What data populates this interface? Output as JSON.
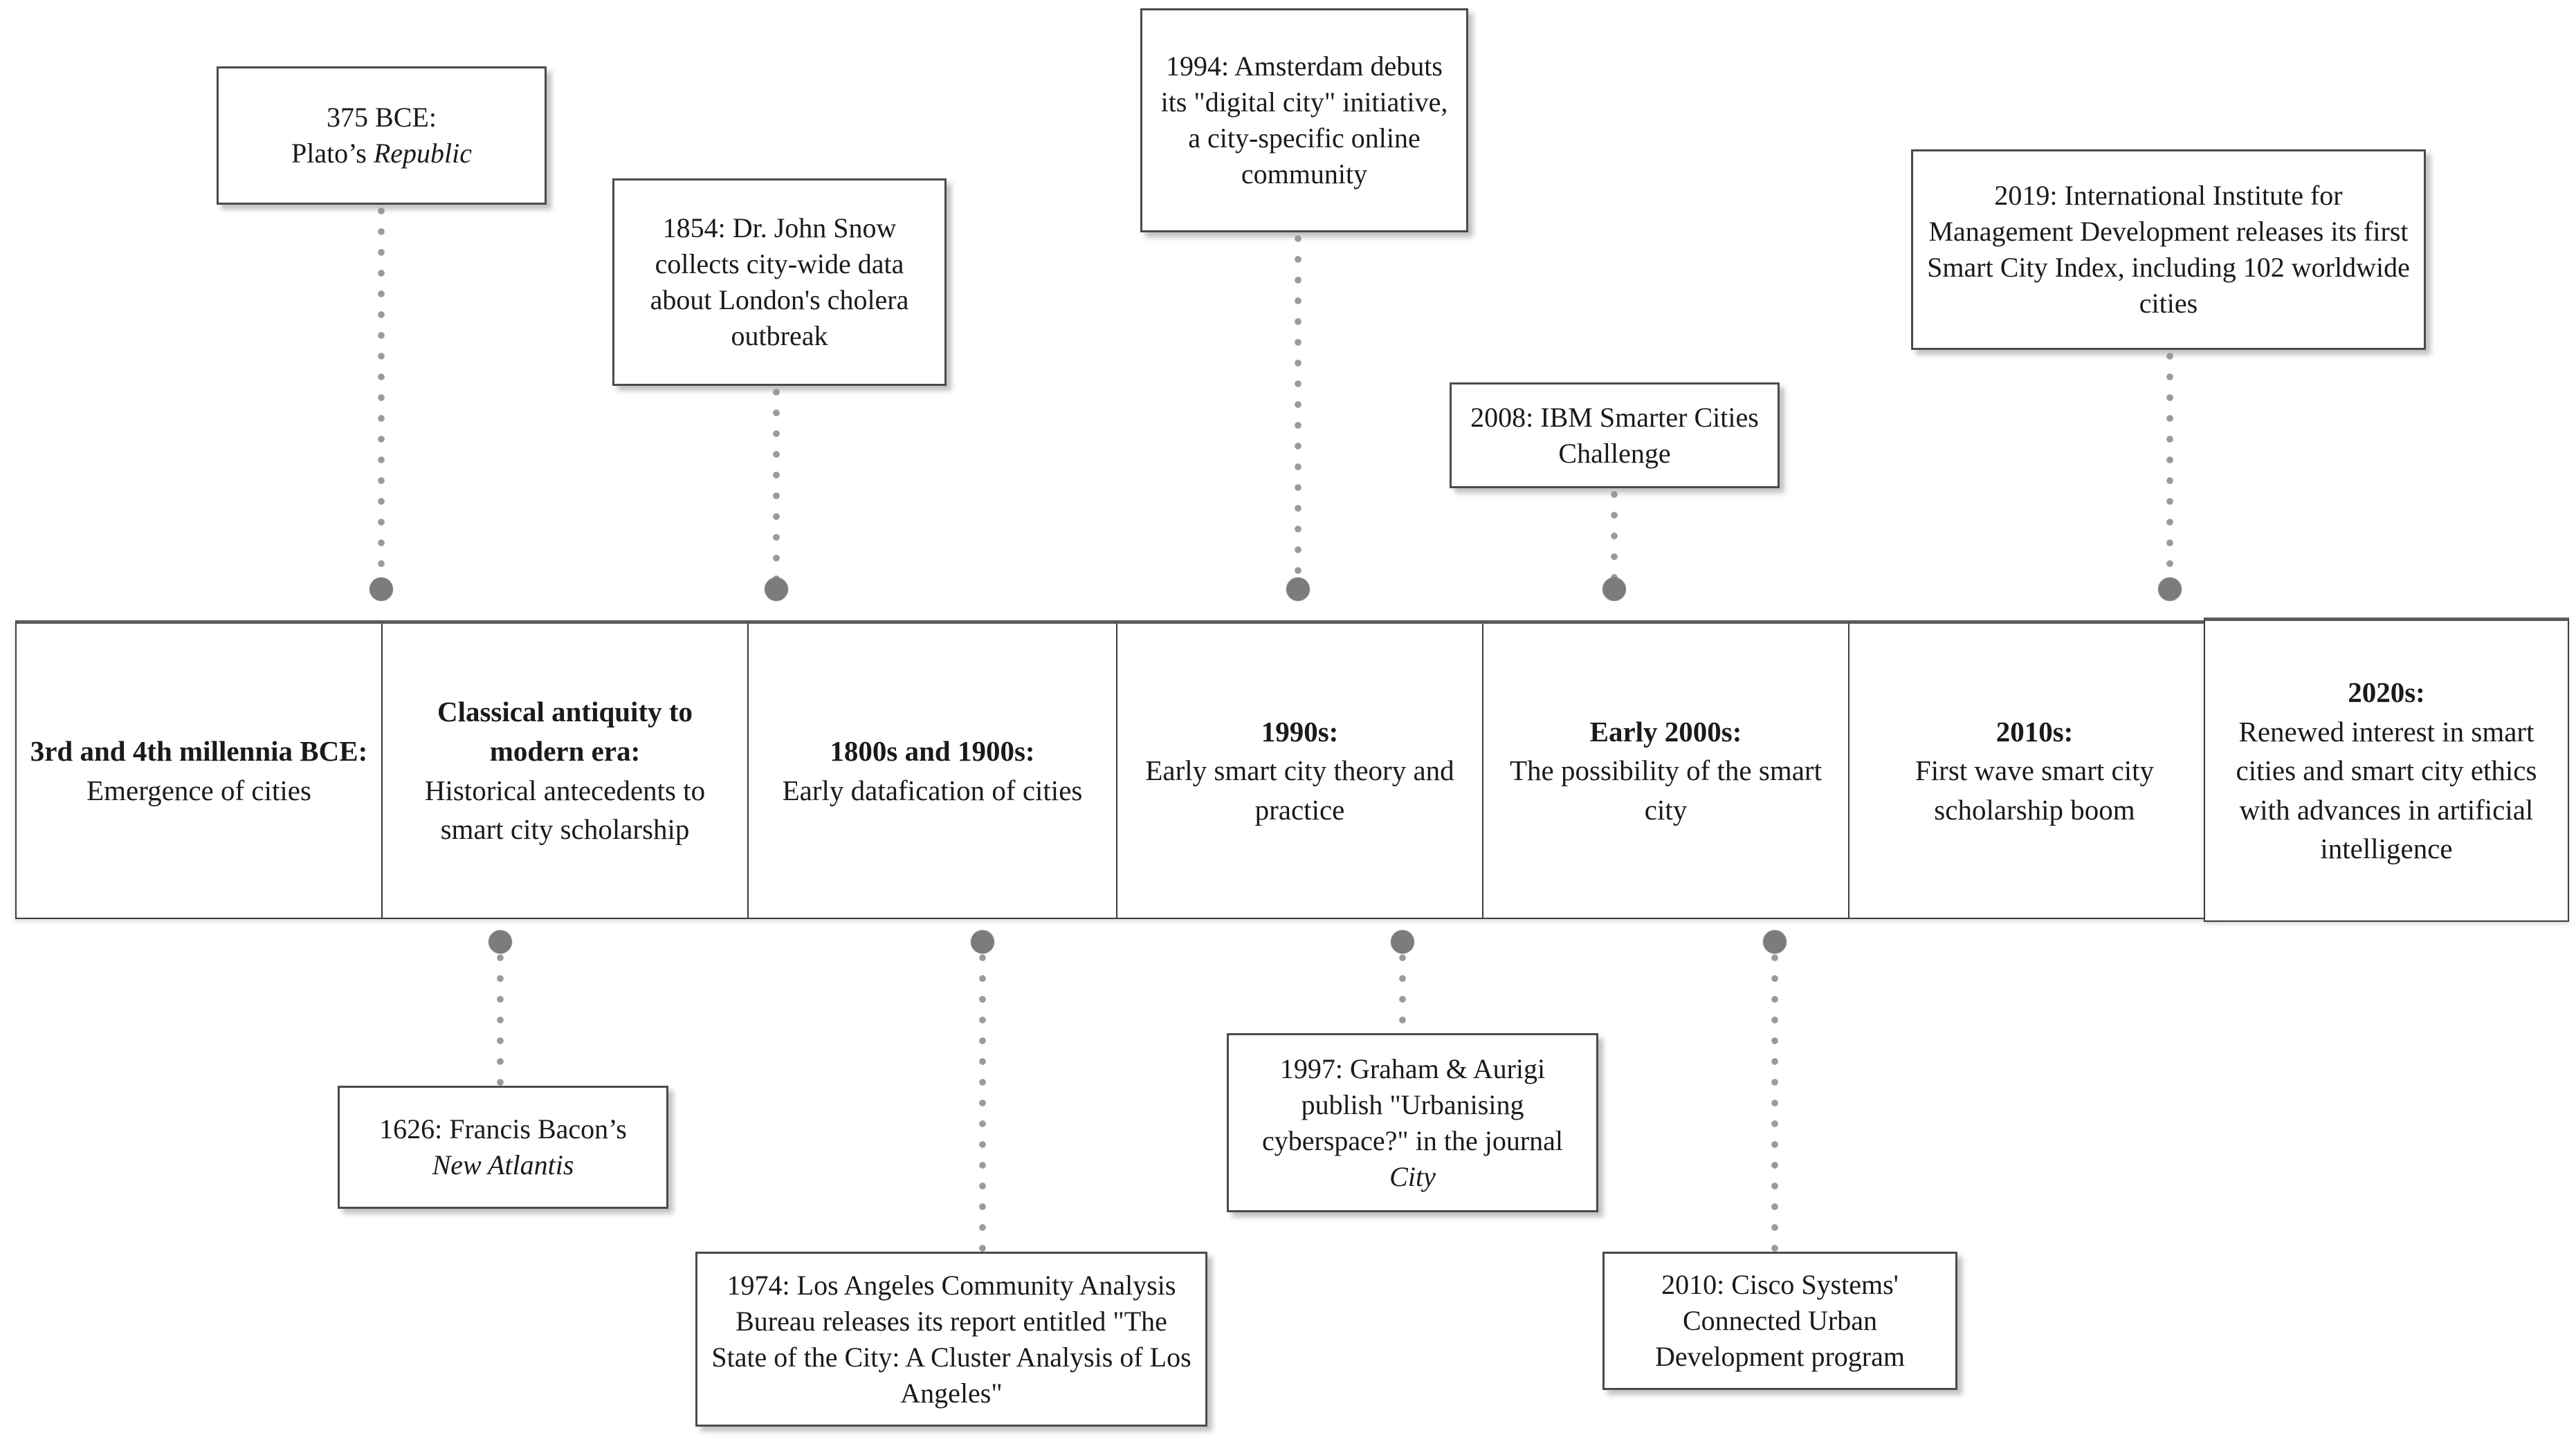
{
  "diagram": {
    "type": "timeline",
    "orientation": "horizontal",
    "colors": {
      "box_border": "#4a4a4a",
      "bar_border": "#3c3c3c",
      "marker": "#7c7c7c",
      "connector_dot": "#9a9a9a",
      "background": "#ffffff",
      "text": "#1a1a1a"
    }
  },
  "timeline_segments": [
    {
      "id": "seg-3rd-4th-millennia-bce",
      "head": "3rd and 4th millennia BCE:",
      "body": "Emergence of cities"
    },
    {
      "id": "seg-classical-antiquity",
      "head": "Classical antiquity to modern era:",
      "body": "Historical antecedents to smart city scholarship"
    },
    {
      "id": "seg-1800s-1900s",
      "head": "1800s and 1900s:",
      "body": "Early datafication of cities"
    },
    {
      "id": "seg-1990s",
      "head": "1990s:",
      "body": "Early smart city theory and practice"
    },
    {
      "id": "seg-early-2000s",
      "head": "Early 2000s:",
      "body": "The possibility of the smart city"
    },
    {
      "id": "seg-2010s",
      "head": "2010s:",
      "body": "First wave smart city scholarship boom"
    },
    {
      "id": "seg-2020s",
      "head": "2020s:",
      "body": "Renewed interest in smart cities and smart city ethics with advances in artificial intelligence"
    }
  ],
  "events_above": [
    {
      "id": "event-375-bce",
      "year": "375 BCE",
      "line1": "375 BCE:",
      "line2_prefix": "Plato’s ",
      "line2_italic": "Republic"
    },
    {
      "id": "event-1854",
      "year": "1854",
      "text": "1854: Dr. John Snow collects city-wide data about London's cholera outbreak"
    },
    {
      "id": "event-1994",
      "year": "1994",
      "text": "1994: Amsterdam debuts its \"digital city\" initiative, a city-specific online community"
    },
    {
      "id": "event-2008",
      "year": "2008",
      "text": "2008: IBM Smarter Cities Challenge"
    },
    {
      "id": "event-2019",
      "year": "2019",
      "text": "2019: International Institute for Management Development releases its first Smart City Index, including 102 worldwide cities"
    }
  ],
  "events_below": [
    {
      "id": "event-1626",
      "year": "1626",
      "line1": "1626: Francis Bacon’s",
      "line2_italic": "New Atlantis"
    },
    {
      "id": "event-1974",
      "year": "1974",
      "text": "1974: Los Angeles Community Analysis Bureau releases its report entitled \"The State of the City: A Cluster Analysis of Los Angeles\""
    },
    {
      "id": "event-1997",
      "year": "1997",
      "line1": "1997: Graham & Aurigi publish \"Urbanising cyberspace?\" in the journal ",
      "line2_italic": "City"
    },
    {
      "id": "event-2010",
      "year": "2010",
      "text": "2010: Cisco Systems' Connected Urban Development program"
    }
  ]
}
